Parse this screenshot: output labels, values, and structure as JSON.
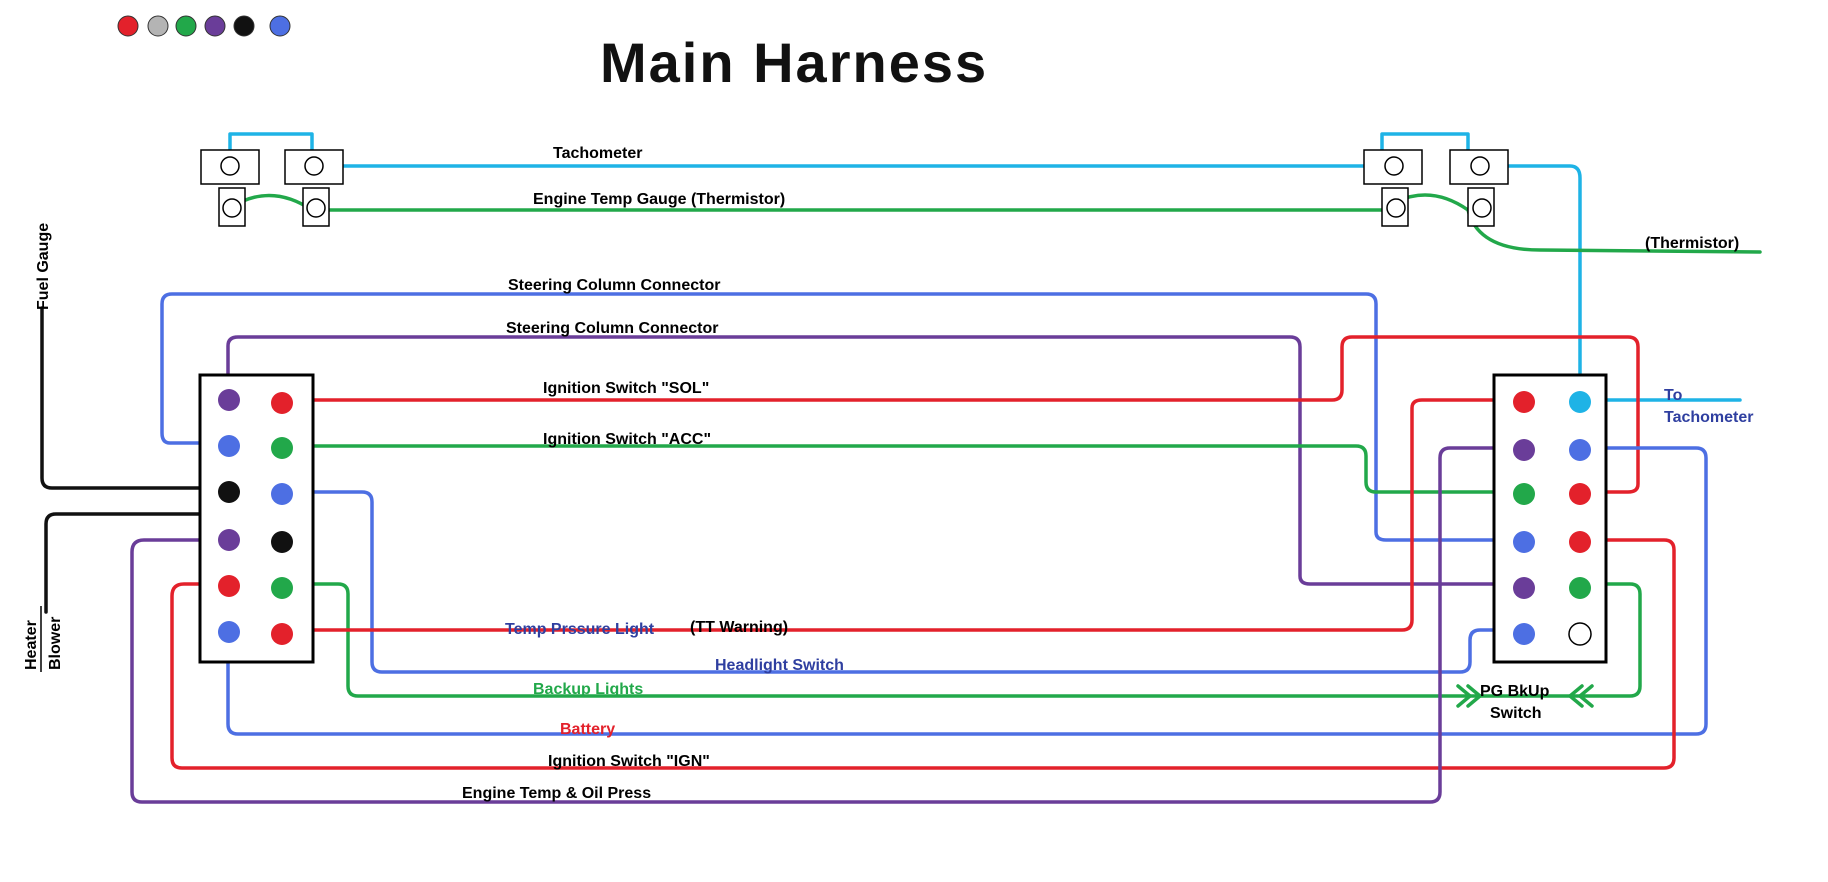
{
  "title": "Main Harness",
  "colors": {
    "red": "#e3212b",
    "gray": "#b4b4b4",
    "green": "#22a84a",
    "purple": "#6a3d99",
    "black": "#111111",
    "blue": "#4d6fe3",
    "cyan": "#1eb3e6",
    "label_blue": "#2f3fa0"
  },
  "legend": [
    {
      "color": "red"
    },
    {
      "color": "gray"
    },
    {
      "color": "green"
    },
    {
      "color": "purple"
    },
    {
      "color": "black"
    },
    {
      "color": "blue"
    }
  ],
  "labels": {
    "tachometer": "Tachometer",
    "engine_temp_gauge": "Engine Temp Gauge (Thermistor)",
    "thermistor": "(Thermistor)",
    "steering_column_1": "Steering Column Connector",
    "steering_column_2": "Steering Column Connector",
    "ign_sol": "Ignition Switch \"SOL\"",
    "ign_acc": "Ignition Switch \"ACC\"",
    "to_tach_line1": "To",
    "to_tach_line2": "Tachometer",
    "temp_pressure_light": "Temp Prssure Light",
    "tt_warning": "(TT Warning)",
    "headlight_switch": "Headlight Switch",
    "backup_lights": "Backup Lights",
    "battery": "Battery",
    "ign_ign": "Ignition Switch \"IGN\"",
    "engine_temp_oil": "Engine Temp & Oil Press",
    "pg_bkup_line1": "PG BkUp",
    "pg_bkup_line2": "Switch",
    "fuel_gauge": "Fuel Gauge",
    "heater": "Heater",
    "blower": "Blower"
  }
}
